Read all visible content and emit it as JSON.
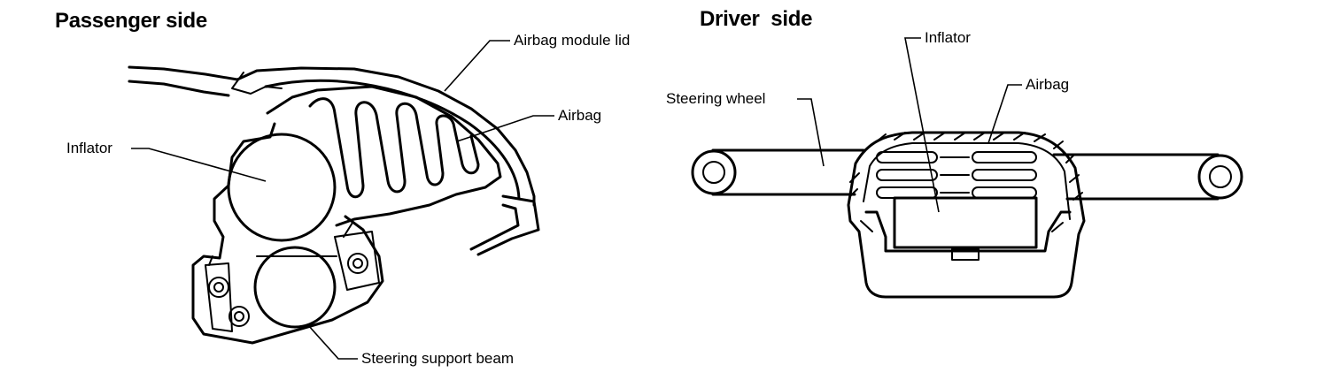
{
  "passenger": {
    "title": "Passenger side",
    "labels": {
      "module_lid": "Airbag module lid",
      "airbag": "Airbag",
      "inflator": "Inflator",
      "beam": "Steering support beam"
    }
  },
  "driver": {
    "title": "Driver  side",
    "labels": {
      "inflator": "Inflator",
      "airbag": "Airbag",
      "wheel": "Steering wheel"
    }
  }
}
